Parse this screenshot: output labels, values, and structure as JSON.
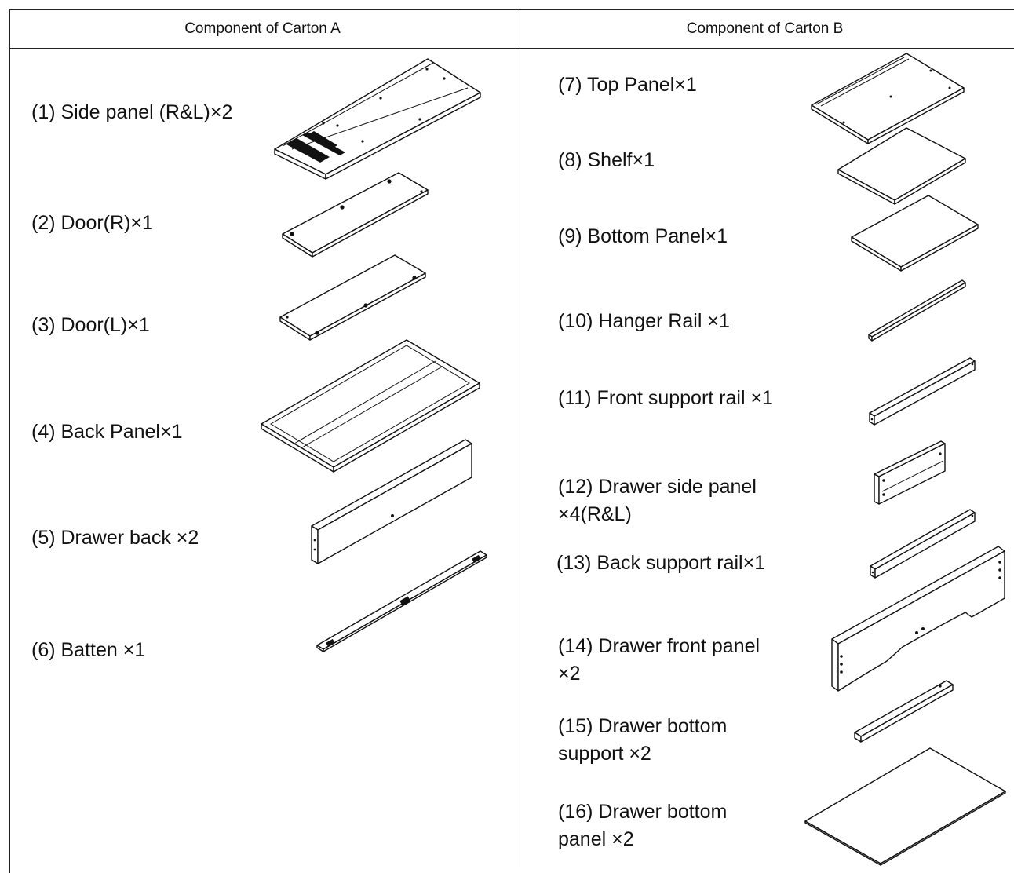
{
  "table": {
    "header_a": "Component of Carton A",
    "header_b": "Component of Carton B"
  },
  "carton_a": {
    "items": [
      {
        "label": "(1) Side panel (R&L)×2",
        "icon": "side-panel"
      },
      {
        "label": "(2) Door(R)×1",
        "icon": "door-right"
      },
      {
        "label": "(3) Door(L)×1",
        "icon": "door-left"
      },
      {
        "label": "(4) Back Panel×1",
        "icon": "back-panel"
      },
      {
        "label": "(5) Drawer back ×2",
        "icon": "drawer-back"
      },
      {
        "label": "(6) Batten ×1",
        "icon": "batten"
      }
    ]
  },
  "carton_b": {
    "items": [
      {
        "label": "(7) Top Panel×1",
        "icon": "top-panel"
      },
      {
        "label": "(8) Shelf×1",
        "icon": "shelf"
      },
      {
        "label": "(9) Bottom Panel×1",
        "icon": "bottom-panel"
      },
      {
        "label": "(10) Hanger Rail ×1",
        "icon": "hanger-rail"
      },
      {
        "label": "(11) Front support rail ×1",
        "icon": "front-support-rail"
      },
      {
        "label": "(12) Drawer side panel",
        "label_line2": "×4(R&L)",
        "icon": "drawer-side-panel"
      },
      {
        "label": "(13) Back support rail×1",
        "icon": "back-support-rail"
      },
      {
        "label": "(14) Drawer front panel",
        "label_line2": "×2",
        "icon": "drawer-front-panel"
      },
      {
        "label": "(15) Drawer bottom",
        "label_line2": "support ×2",
        "icon": "drawer-bottom-support"
      },
      {
        "label": "(16) Drawer bottom",
        "label_line2": "panel ×2",
        "icon": "drawer-bottom-panel"
      }
    ]
  }
}
